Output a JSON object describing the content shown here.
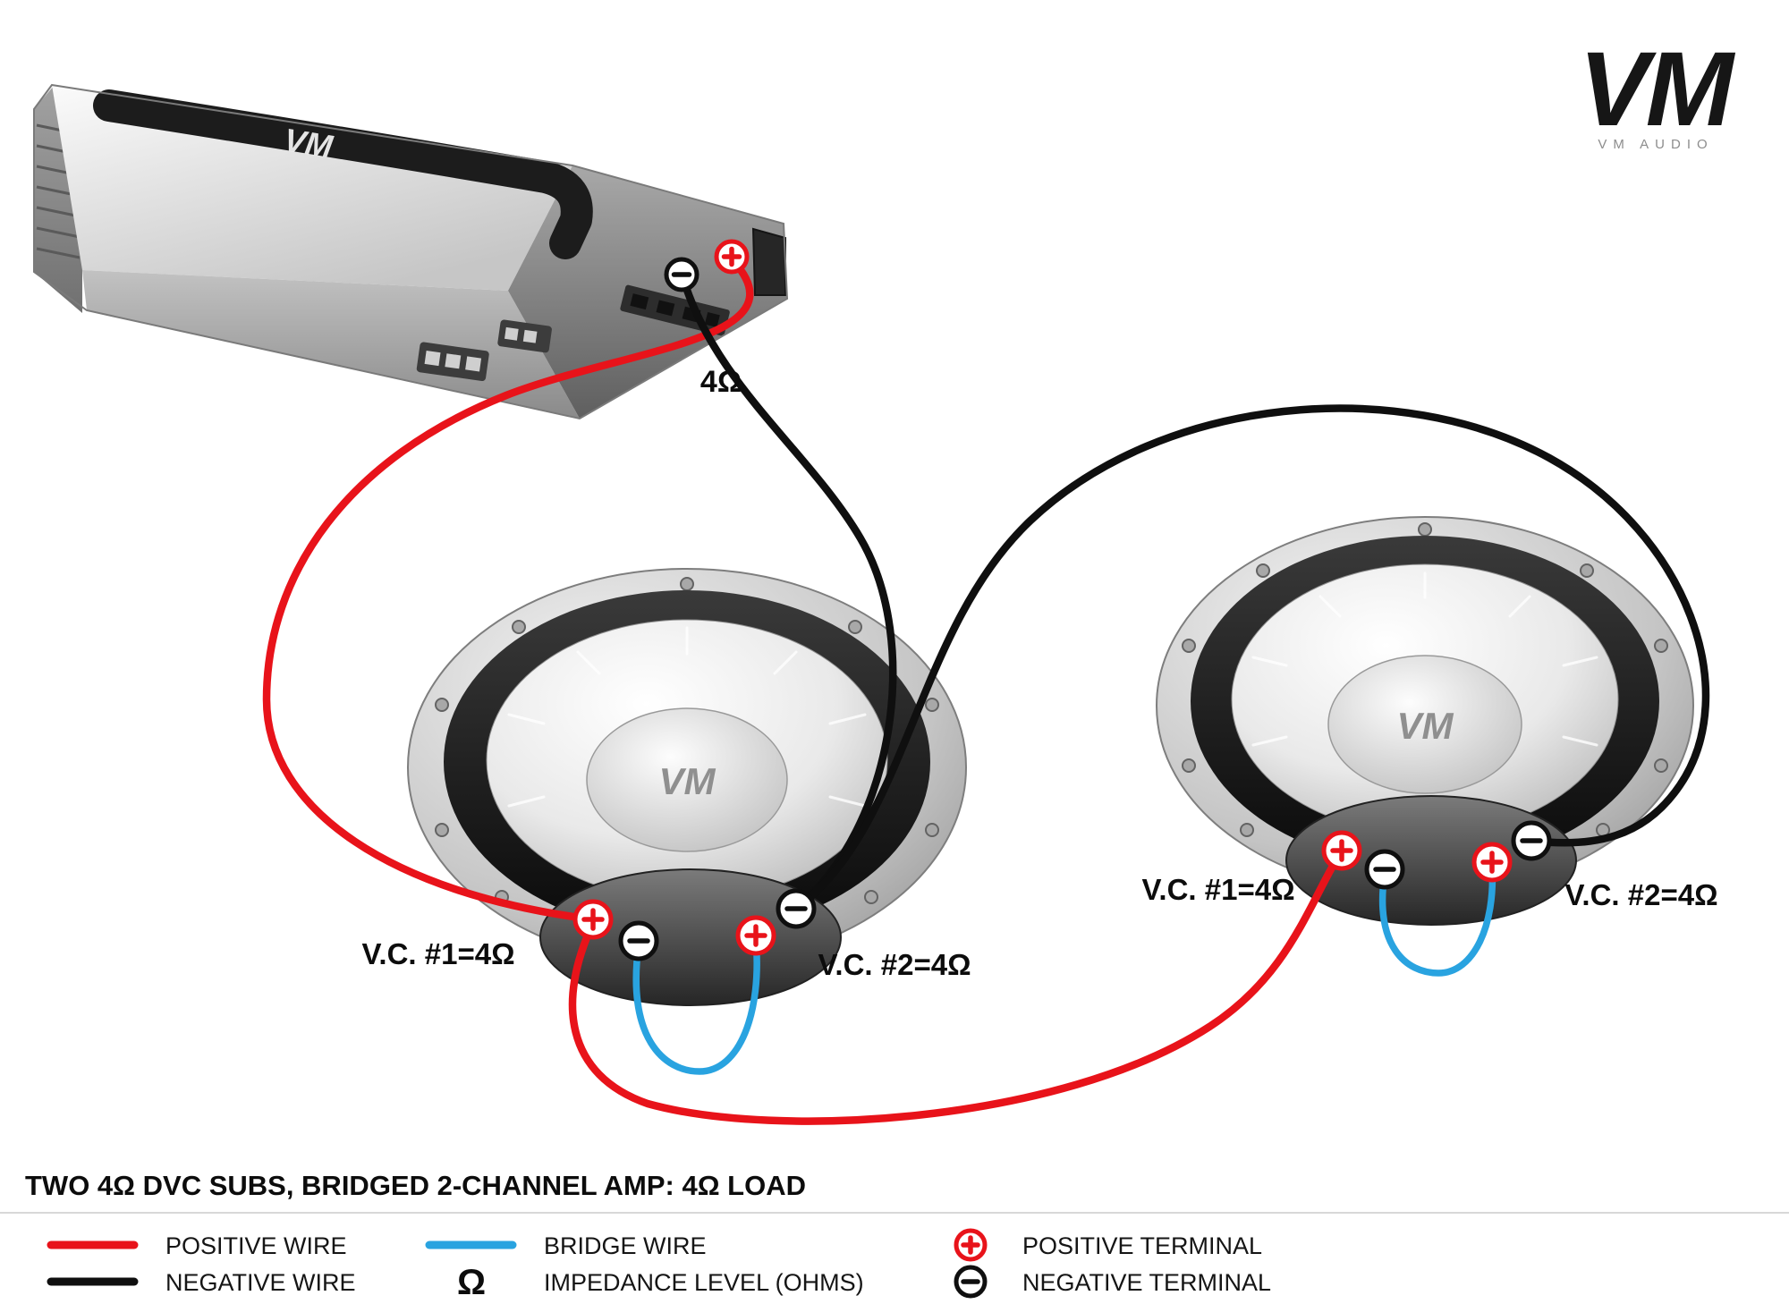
{
  "brand": {
    "logo": "VM",
    "subtext": "VM AUDIO"
  },
  "amp": {
    "logo": "VM",
    "impedance": "4Ω"
  },
  "sub1": {
    "logo": "VM",
    "vc1": "V.C. #1=4Ω",
    "vc2": "V.C. #2=4Ω"
  },
  "sub2": {
    "logo": "VM",
    "vc1": "V.C. #1=4Ω",
    "vc2": "V.C. #2=4Ω"
  },
  "title": "TWO 4Ω DVC SUBS, BRIDGED 2-CHANNEL AMP: 4Ω LOAD",
  "legend": {
    "positive_wire": "POSITIVE WIRE",
    "negative_wire": "NEGATIVE WIRE",
    "bridge_wire": "BRIDGE WIRE",
    "impedance_symbol": "Ω",
    "impedance_label": "IMPEDANCE LEVEL (OHMS)",
    "positive_terminal": "POSITIVE TERMINAL",
    "negative_terminal": "NEGATIVE TERMINAL"
  },
  "colors": {
    "positive": "#e8131a",
    "negative": "#0f0f0f",
    "bridge": "#29a3e0"
  }
}
